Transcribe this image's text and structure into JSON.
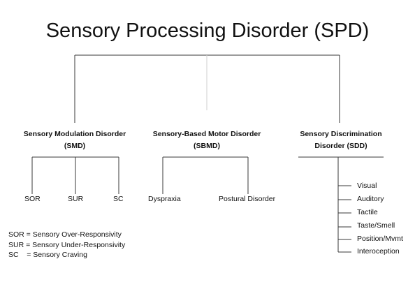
{
  "title": "Sensory Processing Disorder (SPD)",
  "categories": {
    "smd": {
      "line1": "Sensory Modulation Disorder",
      "line2": "(SMD)"
    },
    "sbmd": {
      "line1": "Sensory-Based Motor Disorder",
      "line2": "(SBMD)"
    },
    "sdd": {
      "line1": "Sensory Discrimination",
      "line2": "Disorder (SDD)"
    }
  },
  "smd_children": [
    "SOR",
    "SUR",
    "SC"
  ],
  "sbmd_children": [
    "Dyspraxia",
    "Postural Disorder"
  ],
  "sdd_children": [
    "Visual",
    "Auditory",
    "Tactile",
    "Taste/Smell",
    "Position/Mvmt",
    "Interoception"
  ],
  "legend": [
    "SOR = Sensory Over-Responsivity",
    "SUR = Sensory Under-Responsivity",
    "SC    = Sensory Craving"
  ]
}
